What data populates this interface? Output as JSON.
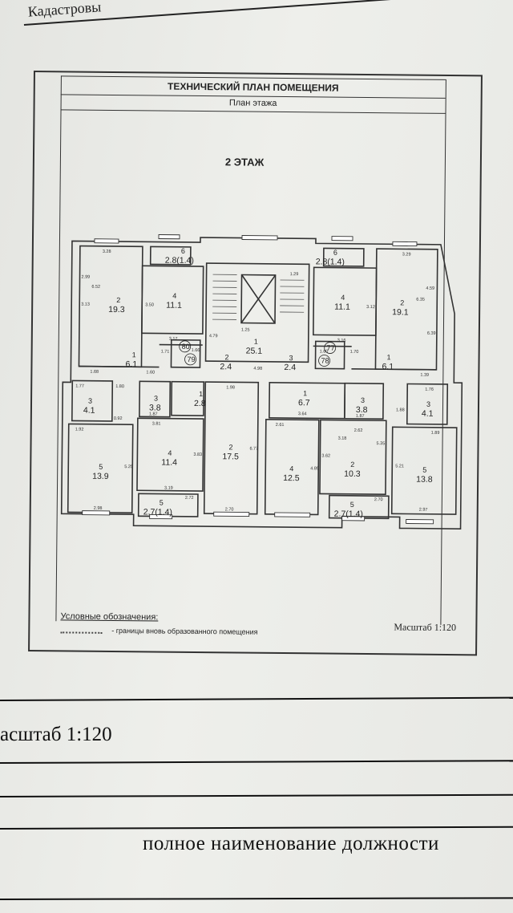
{
  "header_tab": {
    "text": "Кадастровы"
  },
  "plan_title": "ТЕХНИЧЕСКИЙ ПЛАН ПОМЕЩЕНИЯ",
  "plan_subtitle": "План этажа",
  "floor": "2 ЭТАЖ",
  "rooms": [
    {
      "num": "2",
      "area": "19.3"
    },
    {
      "num": "6",
      "area": "2.8(1.4)"
    },
    {
      "num": "4",
      "area": "11.1"
    },
    {
      "num": "1",
      "area": "25.1"
    },
    {
      "num": "6",
      "area": "2.8(1.4)"
    },
    {
      "num": "4",
      "area": "11.1"
    },
    {
      "num": "2",
      "area": "19.1"
    },
    {
      "num": "1",
      "area": "6.1"
    },
    {
      "num": "2",
      "area": "2.4"
    },
    {
      "num": "3",
      "area": "2.4"
    },
    {
      "num": "1",
      "area": "6.1"
    },
    {
      "num": "3",
      "area": "4.1"
    },
    {
      "num": "3",
      "area": "3.8"
    },
    {
      "num": "1",
      "area": "2.8"
    },
    {
      "num": "1",
      "area": "6.7"
    },
    {
      "num": "3",
      "area": "3.8"
    },
    {
      "num": "3",
      "area": "4.1"
    },
    {
      "num": "5",
      "area": "13.9"
    },
    {
      "num": "4",
      "area": "11.4"
    },
    {
      "num": "2",
      "area": "17.5"
    },
    {
      "num": "4",
      "area": "12.5"
    },
    {
      "num": "2",
      "area": "10.3"
    },
    {
      "num": "5",
      "area": "13.8"
    },
    {
      "num": "5",
      "area": "2.7(1.4)"
    },
    {
      "num": "5",
      "area": "2.7(1.4)"
    }
  ],
  "apartments": [
    "80",
    "79",
    "77",
    "78"
  ],
  "dimensions": [
    "3.28",
    "2.99",
    "6.52",
    "3.13",
    "1.68",
    "1.60",
    "3.50",
    "3.17",
    "1.71",
    "1.66",
    "4.79",
    "1.25",
    "4.98",
    "1.29",
    "1.60",
    "1.70",
    "3.16",
    "3.12",
    "3.29",
    "4.59",
    "6.35",
    "6.39",
    "1.39",
    "1.77",
    "1.80",
    "0.92",
    "1.92",
    "5.25",
    "2.98",
    "1.87",
    "3.81",
    "3.83",
    "3.19",
    "2.72",
    "1.98",
    "6.77",
    "2.70",
    "2.61",
    "3.64",
    "1.87",
    "3.18",
    "2.62",
    "5.35",
    "3.62",
    "4.89",
    "2.70",
    "1.76",
    "1.88",
    "1.89",
    "5.21",
    "2.97"
  ],
  "legend": {
    "title": "Условные обозначения:",
    "item": "- границы вновь образованного помещения"
  },
  "scale_inner": "Масштаб 1:120",
  "scale_outer": "асштаб 1:120",
  "position_label": "полное наименование должности"
}
